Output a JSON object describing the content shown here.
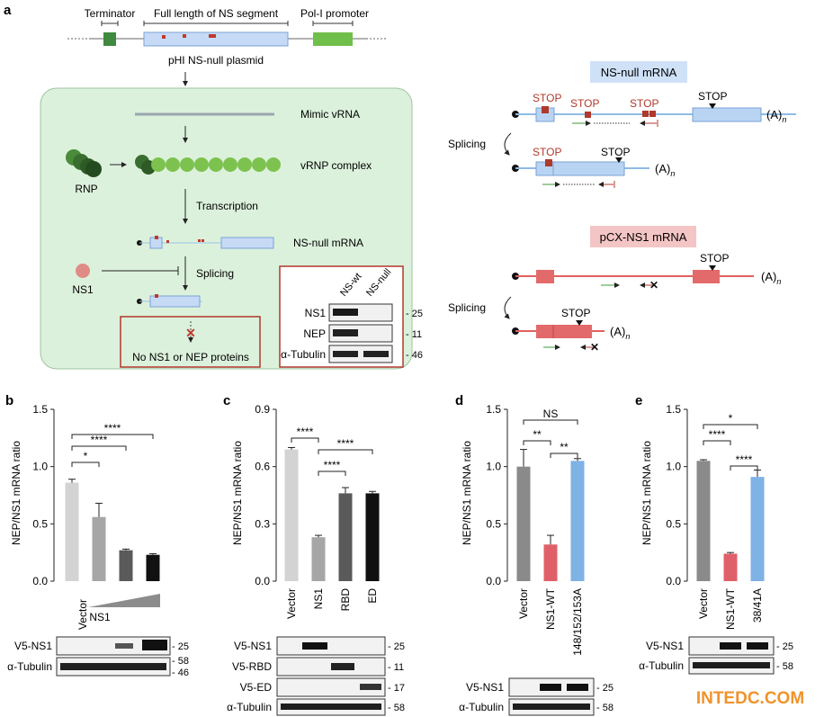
{
  "figure": {
    "panel_a": {
      "letter": "a",
      "plasmid": {
        "terminator": "Terminator",
        "segment": "Full length of NS segment",
        "promoter": "Pol-I promoter",
        "name": "pHI NS-null plasmid"
      },
      "cell": {
        "mimic_vrna": "Mimic vRNA",
        "rnp": "RNP",
        "vrnp_complex": "vRNP complex",
        "transcription": "Transcription",
        "ns_null_mrna": "NS-null mRNA",
        "ns1": "NS1",
        "splicing": "Splicing",
        "no_proteins": "No NS1 or NEP proteins"
      },
      "blot": {
        "lanes": [
          "NS-wt",
          "NS-null"
        ],
        "rows": [
          "NS1",
          "NEP",
          "α-Tubulin"
        ],
        "mw": [
          "25",
          "11",
          "46"
        ]
      },
      "right": {
        "ns_null_title": "NS-null mRNA",
        "pcx_title": "pCX-NS1 mRNA",
        "stop": "STOP",
        "splicing": "Splicing",
        "polya": "(A)",
        "polya_sub": "n"
      }
    },
    "charts": [
      {
        "letter": "b",
        "ylabel": "NEP/NS1 mRNA ratio",
        "ticks": [
          "0.0",
          "0.5",
          "1.0",
          "1.5"
        ],
        "xlabels": [
          "Vector"
        ],
        "group_label": "NS1",
        "sig": [
          "*",
          "****",
          "****"
        ],
        "blot": {
          "rows": [
            "V5-NS1",
            "α-Tubulin"
          ],
          "mw": [
            "25",
            "58",
            "46"
          ]
        }
      },
      {
        "letter": "c",
        "ylabel": "NEP/NS1 mRNA ratio",
        "ticks": [
          "0.0",
          "0.3",
          "0.6",
          "0.9"
        ],
        "xlabels": [
          "Vector",
          "NS1",
          "RBD",
          "ED"
        ],
        "sig": [
          "****",
          "****",
          "****"
        ],
        "blot": {
          "rows": [
            "V5-NS1",
            "V5-RBD",
            "V5-ED",
            "α-Tubulin"
          ],
          "mw": [
            "25",
            "11",
            "17",
            "58"
          ]
        }
      },
      {
        "letter": "d",
        "ylabel": "NEP/NS1 mRNA ratio",
        "ticks": [
          "0.0",
          "0.5",
          "1.0",
          "1.5"
        ],
        "xlabels": [
          "Vector",
          "NS1-WT",
          "148/152/153A"
        ],
        "sig": [
          "NS",
          "**",
          "**"
        ],
        "blot": {
          "rows": [
            "V5-NS1",
            "α-Tubulin"
          ],
          "mw": [
            "25",
            "58"
          ]
        }
      },
      {
        "letter": "e",
        "ylabel": "NEP/NS1 mRNA ratio",
        "ticks": [
          "0.0",
          "0.5",
          "1.0",
          "1.5"
        ],
        "xlabels": [
          "Vector",
          "NS1-WT",
          "38/41A"
        ],
        "sig": [
          "*",
          "****",
          "****"
        ],
        "blot": {
          "rows": [
            "V5-NS1",
            "α-Tubulin"
          ],
          "mw": [
            "25",
            "58"
          ]
        }
      }
    ],
    "watermark": "INTEDC.COM"
  },
  "chart_data": [
    {
      "type": "bar",
      "categories": [
        "Vector",
        "NS1 (1)",
        "NS1 (2)",
        "NS1 (3)"
      ],
      "values": [
        0.86,
        0.56,
        0.27,
        0.23
      ],
      "errors": [
        0.03,
        0.12,
        0.01,
        0.01
      ],
      "ylim": [
        0,
        1.5
      ],
      "colors": [
        "#d3d3d3",
        "#a6a6a6",
        "#5a5a5a",
        "#111111"
      ]
    },
    {
      "type": "bar",
      "categories": [
        "Vector",
        "NS1",
        "RBD",
        "ED"
      ],
      "values": [
        0.69,
        0.23,
        0.46,
        0.46
      ],
      "errors": [
        0.01,
        0.01,
        0.03,
        0.01
      ],
      "ylim": [
        0,
        0.9
      ],
      "colors": [
        "#d3d3d3",
        "#a6a6a6",
        "#5a5a5a",
        "#111111"
      ]
    },
    {
      "type": "bar",
      "categories": [
        "Vector",
        "NS1-WT",
        "148/152/153A"
      ],
      "values": [
        1.0,
        0.32,
        1.05
      ],
      "errors": [
        0.15,
        0.08,
        0.02
      ],
      "ylim": [
        0,
        1.5
      ],
      "colors": [
        "#8a8a8a",
        "#e0606a",
        "#7fb2e5"
      ]
    },
    {
      "type": "bar",
      "categories": [
        "Vector",
        "NS1-WT",
        "38/41A"
      ],
      "values": [
        1.05,
        0.24,
        0.91
      ],
      "errors": [
        0.01,
        0.01,
        0.06
      ],
      "ylim": [
        0,
        1.5
      ],
      "colors": [
        "#8a8a8a",
        "#e0606a",
        "#7fb2e5"
      ]
    }
  ]
}
